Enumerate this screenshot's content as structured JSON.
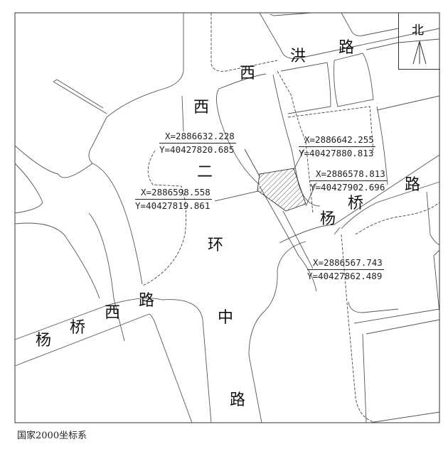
{
  "road_labels": {
    "xihong": [
      "西",
      "洪",
      "路"
    ],
    "xierhuan": [
      "西",
      "二",
      "环",
      "中",
      "路"
    ],
    "yangqiao_east": [
      "杨",
      "桥",
      "路"
    ],
    "yangqiao_west": [
      "杨",
      "桥",
      "西",
      "路"
    ]
  },
  "parcel_points": [
    {
      "x": "X=2886632.228",
      "y": "Y=40427820.685"
    },
    {
      "x": "X=2886642.255",
      "y": "Y=40427880.813"
    },
    {
      "x": "X=2886598.558",
      "y": "Y=40427819.861"
    },
    {
      "x": "X=2886578.813",
      "y": "Y=40427902.696"
    },
    {
      "x": "X=2886567.743",
      "y": "Y=40427862.489"
    }
  ],
  "north_label": "北",
  "coordinate_system": "国家2000坐标系",
  "colors": {
    "line": "#555555",
    "text": "#111111"
  }
}
